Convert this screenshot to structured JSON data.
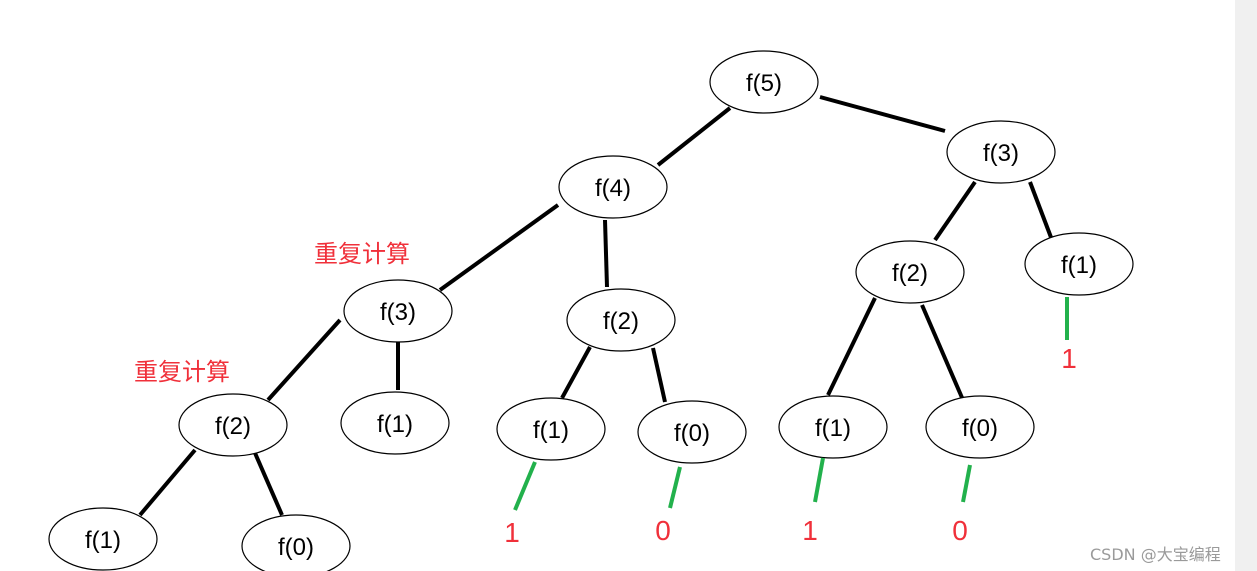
{
  "diagram": {
    "nodes": [
      {
        "id": "n5",
        "label": "f(5)"
      },
      {
        "id": "n4",
        "label": "f(4)"
      },
      {
        "id": "n3r",
        "label": "f(3)"
      },
      {
        "id": "n3l",
        "label": "f(3)"
      },
      {
        "id": "n2m",
        "label": "f(2)"
      },
      {
        "id": "n2r",
        "label": "f(2)"
      },
      {
        "id": "n1r",
        "label": "f(1)"
      },
      {
        "id": "n2l",
        "label": "f(2)"
      },
      {
        "id": "n1l3",
        "label": "f(1)"
      },
      {
        "id": "n1m",
        "label": "f(1)"
      },
      {
        "id": "n0m",
        "label": "f(0)"
      },
      {
        "id": "n1r2",
        "label": "f(1)"
      },
      {
        "id": "n0r2",
        "label": "f(0)"
      },
      {
        "id": "n1ll",
        "label": "f(1)"
      },
      {
        "id": "n0ll",
        "label": "f(0)"
      }
    ],
    "edges": [
      [
        "n5",
        "n4"
      ],
      [
        "n5",
        "n3r"
      ],
      [
        "n4",
        "n3l"
      ],
      [
        "n4",
        "n2m"
      ],
      [
        "n3l",
        "n2l"
      ],
      [
        "n3l",
        "n1l3"
      ],
      [
        "n2m",
        "n1m"
      ],
      [
        "n2m",
        "n0m"
      ],
      [
        "n3r",
        "n2r"
      ],
      [
        "n3r",
        "n1r"
      ],
      [
        "n2r",
        "n1r2"
      ],
      [
        "n2r",
        "n0r2"
      ],
      [
        "n2l",
        "n1ll"
      ],
      [
        "n2l",
        "n0ll"
      ]
    ],
    "results": [
      {
        "node": "n1r",
        "value": "1"
      },
      {
        "node": "n1m",
        "value": "1"
      },
      {
        "node": "n0m",
        "value": "0"
      },
      {
        "node": "n1r2",
        "value": "1"
      },
      {
        "node": "n0r2",
        "value": "0"
      }
    ],
    "annotations": [
      "重复计算",
      "重复计算"
    ],
    "colors": {
      "edge": "#000000",
      "result_edge": "#22b14c",
      "annotation": "#f0303a"
    }
  },
  "watermark": "CSDN @大宝编程"
}
